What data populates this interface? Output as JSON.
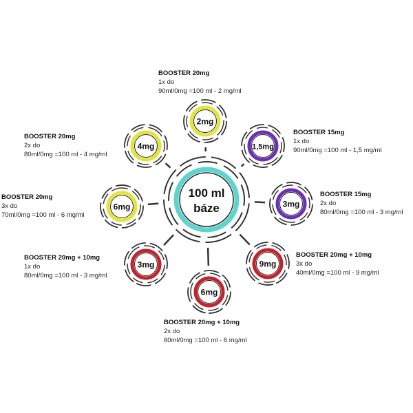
{
  "center": {
    "line1": "100 ml",
    "line2": "báze",
    "color": "#5fd4cf"
  },
  "colors": {
    "yellow": "#e3e43a",
    "purple": "#6b2fb8",
    "red": "#c3232c"
  },
  "nodes": [
    {
      "dose": "2mg",
      "color": "yellow",
      "title": "BOOSTER 20mg",
      "times": "1x do",
      "recipe": "90ml/0mg =100 ml - 2 mg/ml"
    },
    {
      "dose": "1,5mg",
      "color": "purple",
      "title": "BOOSTER 15mg",
      "times": "1x do",
      "recipe": "90ml/0mg =100 ml - 1,5 mg/ml"
    },
    {
      "dose": "3mg",
      "color": "purple",
      "title": "BOOSTER 15mg",
      "times": "2x do",
      "recipe": "80ml/0mg =100 ml - 3 mg/ml"
    },
    {
      "dose": "9mg",
      "color": "red",
      "title": "BOOSTER 20mg + 10mg",
      "times": "3x do",
      "recipe": "40ml/0mg =100 ml - 9 mg/ml"
    },
    {
      "dose": "6mg",
      "color": "red",
      "title": "BOOSTER 20mg + 10mg",
      "times": "2x do",
      "recipe": "60ml/0mg =100 ml - 6 mg/ml"
    },
    {
      "dose": "3mg",
      "color": "red",
      "title": "BOOSTER 20mg + 10mg",
      "times": "1x do",
      "recipe": "80ml/0mg =100 ml - 3 mg/ml"
    },
    {
      "dose": "6mg",
      "color": "yellow",
      "title": "BOOSTER 20mg",
      "times": "3x do",
      "recipe": "70ml/0mg =100 ml - 6 mg/ml"
    },
    {
      "dose": "4mg",
      "color": "yellow",
      "title": "BOOSTER 20mg",
      "times": "2x do",
      "recipe": "80ml/0mg =100 ml - 4 mg/ml"
    }
  ]
}
